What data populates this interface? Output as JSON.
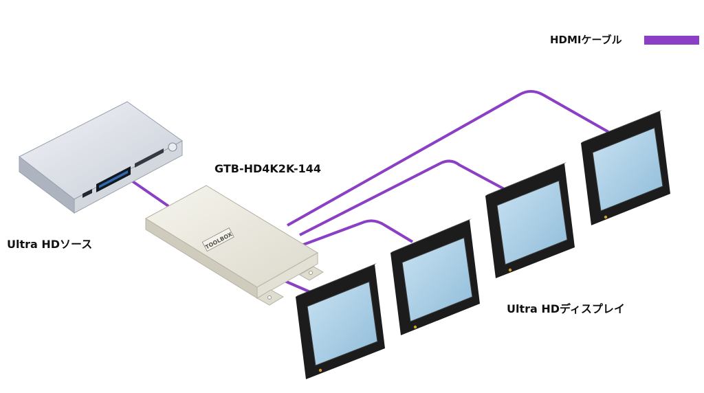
{
  "legend": {
    "label": "HDMIケーブル"
  },
  "device": {
    "model": "GTB-HD4K2K-144",
    "brand": "TOOLBOX"
  },
  "source": {
    "label": "Ultra HDソース"
  },
  "displays": {
    "label": "Ultra HDディスプレイ"
  },
  "colors": {
    "cable": "#8a3fc4",
    "bezel": "#1c1c1c",
    "screen": "#a9cee6",
    "splitter": "#eeece2",
    "player": "#dfe2e8"
  }
}
